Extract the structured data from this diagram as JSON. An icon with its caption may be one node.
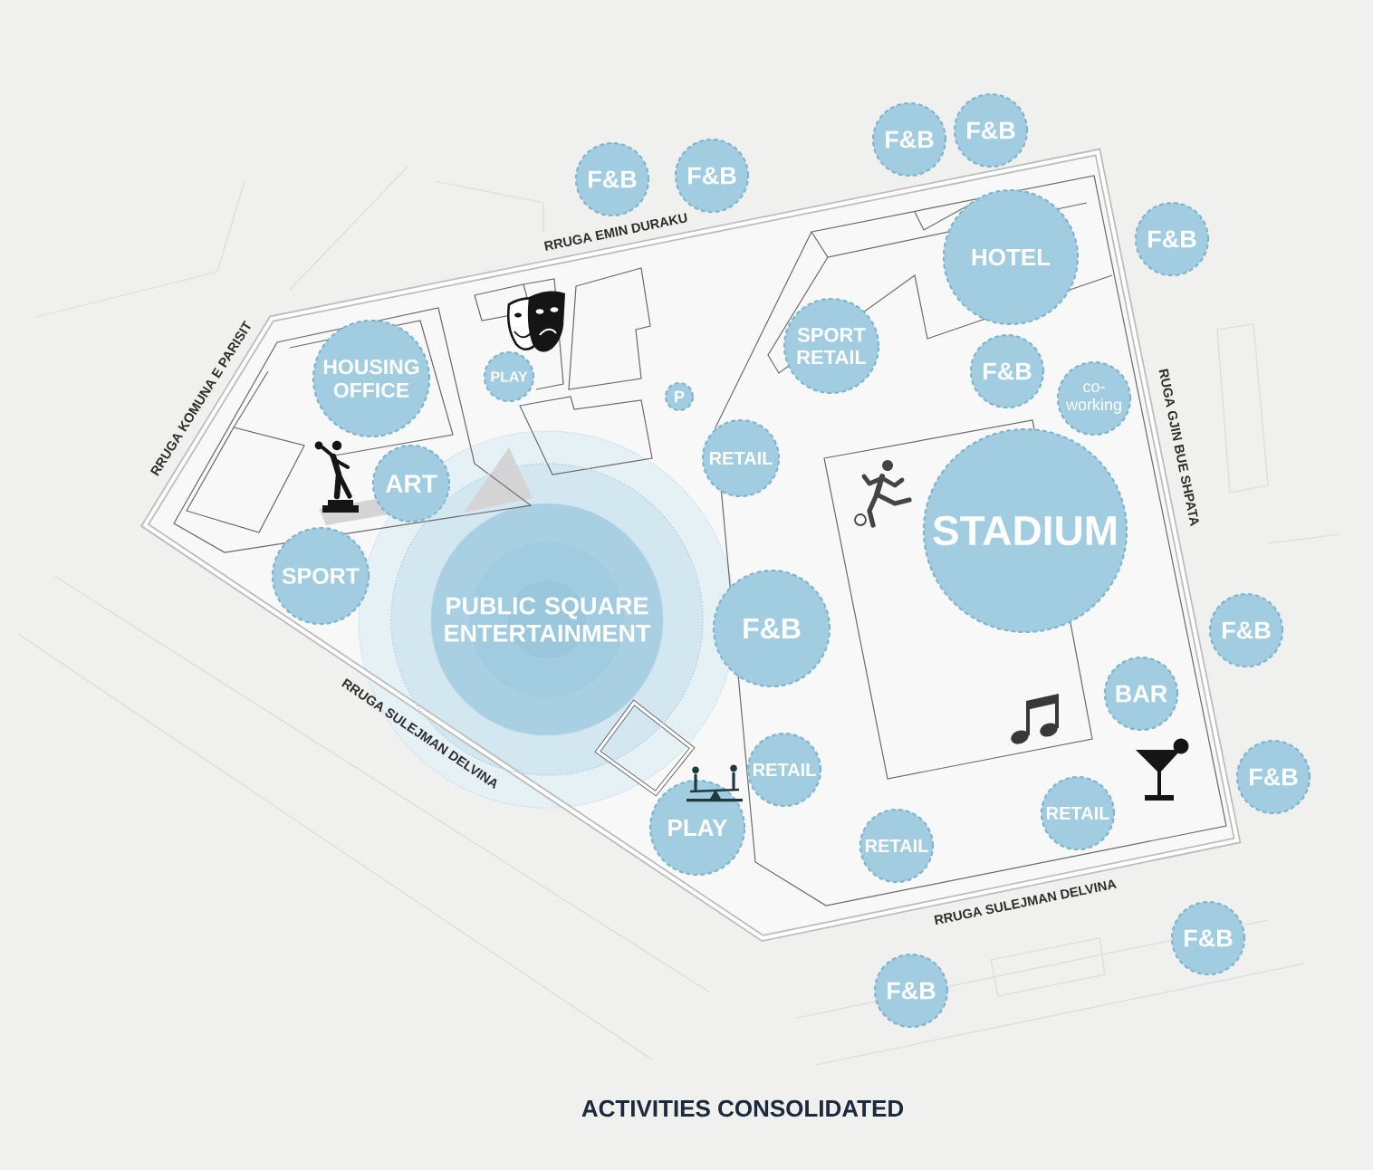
{
  "diagram": {
    "caption": "ACTIVITIES CONSOLIDATED",
    "nodes": [
      {
        "text": [
          "F&B"
        ]
      },
      {
        "text": [
          "F&B"
        ]
      },
      {
        "text": [
          "F&B"
        ]
      },
      {
        "text": [
          "F&B"
        ]
      },
      {
        "text": [
          "F&B"
        ]
      },
      {
        "text": [
          "HOTEL"
        ]
      },
      {
        "text": [
          "SPORT RETAIL"
        ]
      },
      {
        "text": [
          "HOUSING OFFICE"
        ]
      },
      {
        "text": [
          "PLAY"
        ]
      },
      {
        "text": [
          "F&B"
        ]
      },
      {
        "text": [
          "co- working"
        ]
      },
      {
        "text": [
          "P"
        ]
      },
      {
        "text": [
          "RETAIL"
        ]
      },
      {
        "text": [
          "ART"
        ]
      },
      {
        "text": [
          "STADIUM"
        ]
      },
      {
        "text": [
          "SPORT"
        ]
      },
      {
        "text": [
          "PUBLIC SQUARE ENTERTAINMENT"
        ]
      },
      {
        "text": [
          "F&B"
        ]
      },
      {
        "text": [
          "F&B"
        ]
      },
      {
        "text": [
          "BAR"
        ]
      },
      {
        "text": [
          "RETAIL"
        ]
      },
      {
        "text": [
          "F&B"
        ]
      },
      {
        "text": [
          "RETAIL"
        ]
      },
      {
        "text": [
          "PLAY"
        ]
      },
      {
        "text": [
          "RETAIL"
        ]
      },
      {
        "text": [
          "F&B"
        ]
      },
      {
        "text": [
          "F&B"
        ]
      }
    ],
    "labels": [
      "RRUGA EMIN DURAKU",
      "RRUGA KOMUNA E PARISIT",
      "RUGA GJIN BUE SHPATA",
      "RRUGA SULEJMAN DELVINA",
      "RRUGA SULEJMAN DELVINA"
    ]
  }
}
